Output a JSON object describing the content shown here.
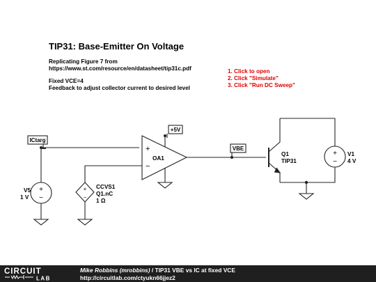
{
  "header": {
    "title": "TIP31: Base-Emitter On Voltage",
    "desc_line1": "Replicating Figure 7 from",
    "desc_line2": "https://www.st.com/resource/en/datasheet/tip31c.pdf",
    "desc_line3": "Fixed VCE=4",
    "desc_line4": "Feedback to adjust collector current to desired level"
  },
  "instructions": {
    "step1": "1. Click to open",
    "step2": "2. Click \"Simulate\"",
    "step3": "3. Click \"Run DC Sweep\""
  },
  "schematic": {
    "net_ictarg": "ICtarg",
    "net_vbe": "VBE",
    "net_5v": "+5V",
    "v5_name": "V5",
    "v5_value": "1 V",
    "ccvs_name": "CCVS1",
    "ccvs_ctrl": "Q1.nC",
    "ccvs_value": "1 Ω",
    "oa_name": "OA1",
    "oa_plus": "+",
    "oa_minus": "−",
    "q1_name": "Q1",
    "q1_part": "TIP31",
    "v1_name": "V1",
    "v1_value": "4 V",
    "src_plus": "+",
    "src_minus": "−",
    "ccvs_plus": "+",
    "ccvs_minus": "−"
  },
  "footer": {
    "logo_top": "CIRCUIT",
    "logo_bottom": "LAB",
    "author": "Mike Robbins (mrobbins)",
    "separator": " / ",
    "circuit_title": "TIP31 VBE vs IC at fixed VCE",
    "url": "http://circuitlab.com/ctyukn66jjez2"
  },
  "colors": {
    "accent_red": "#e10000",
    "footer_bg": "#1f1f1f",
    "wire": "#222222"
  }
}
